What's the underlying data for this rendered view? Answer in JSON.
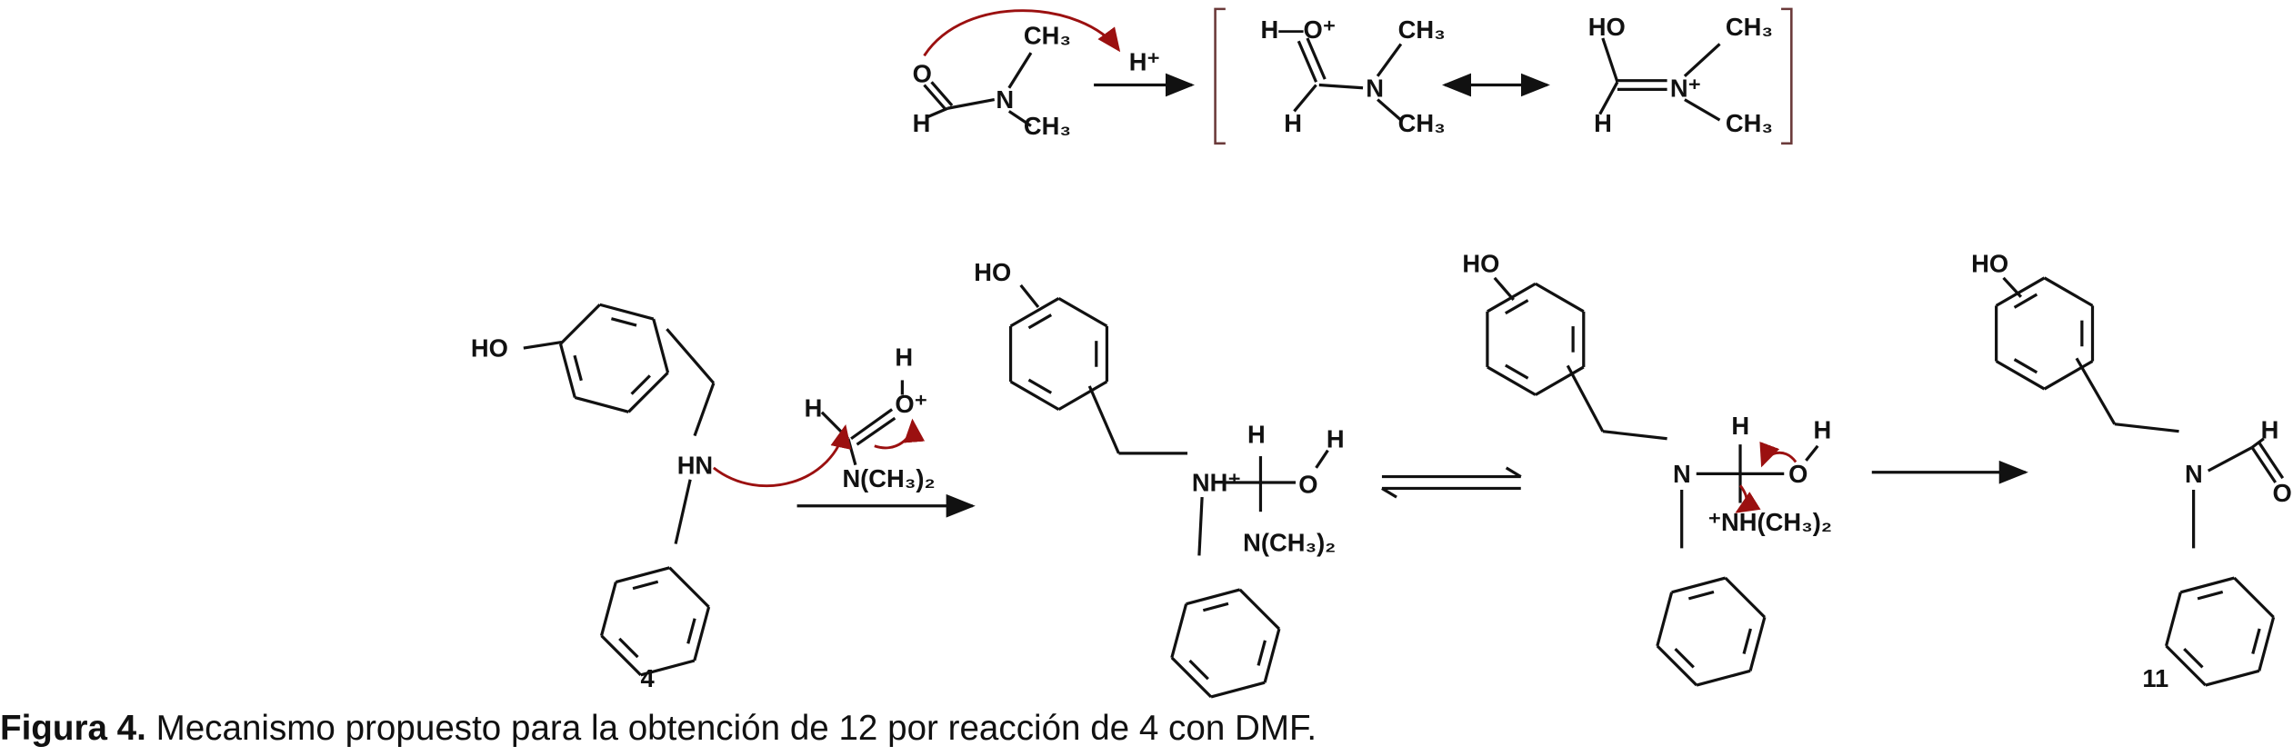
{
  "top": {
    "dmf": {
      "o": "O",
      "h": "H",
      "n": "N",
      "ch3_top": "CH₃",
      "ch3_bottom": "CH₃"
    },
    "reagent": "H⁺",
    "oxonium": {
      "h_o": "H—O⁺",
      "h": "H",
      "n": "N",
      "ch3_top": "CH₃",
      "ch3_bottom": "CH₃"
    },
    "iminium": {
      "ho": "HO",
      "h": "H",
      "n": "N⁺",
      "ch3_top": "CH₃",
      "ch3_bottom": "CH₃"
    }
  },
  "bottom": {
    "compound4": {
      "ho": "HO",
      "hn": "HN",
      "label": "4"
    },
    "protonated_dmf": {
      "h": "H",
      "o": "O⁺",
      "h_top": "H",
      "nme2": "N(CH₃)₂"
    },
    "intermediate1": {
      "ho": "HO",
      "nh": "NH⁺",
      "h_c": "H",
      "o": "O",
      "h_o": "H",
      "nme2": "N(CH₃)₂"
    },
    "intermediate2": {
      "ho": "HO",
      "n": "N",
      "h_c": "H",
      "o": "O",
      "h_o": "H",
      "nme2": "⁺NH(CH₃)₂"
    },
    "product": {
      "ho": "HO",
      "n": "N",
      "h": "H",
      "o": "O",
      "label": "11"
    }
  },
  "caption": {
    "bold": "Figura 4.",
    "text": " Mecanismo propuesto para la obtención de 12 por reacción de 4 con DMF."
  },
  "colors": {
    "arrow_red": "#9b1010",
    "bracket": "#6b3a3a",
    "ink": "#111111"
  }
}
